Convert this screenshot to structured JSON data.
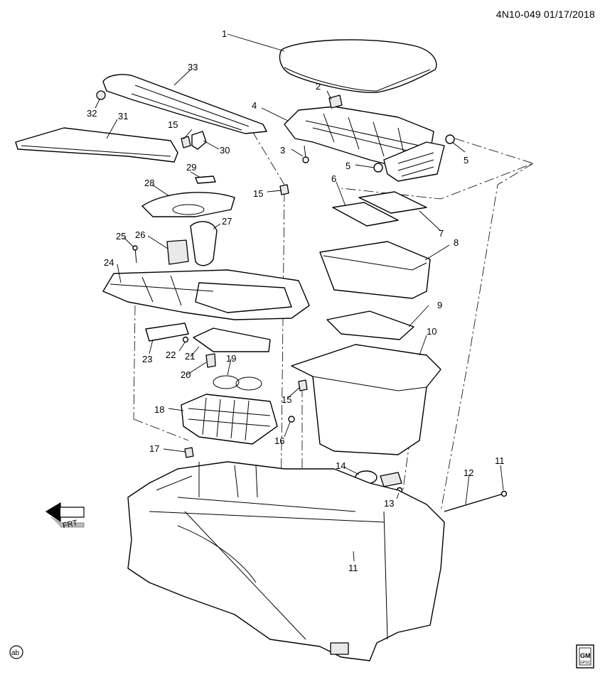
{
  "header": {
    "code": "4N10-049 01/17/2018"
  },
  "direction": {
    "label": "FRT",
    "icon": "front-arrow-icon"
  },
  "footer": {
    "ab_label": "ab",
    "brand_top": "GM",
    "brand_bottom": "GPSC"
  },
  "callouts": [
    "1",
    "2",
    "3",
    "4",
    "5",
    "5",
    "6",
    "7",
    "8",
    "9",
    "10",
    "11",
    "11",
    "12",
    "13",
    "14",
    "15",
    "15",
    "15",
    "16",
    "17",
    "18",
    "19",
    "20",
    "21",
    "22",
    "23",
    "24",
    "25",
    "26",
    "27",
    "28",
    "29",
    "30",
    "31",
    "32",
    "33"
  ]
}
